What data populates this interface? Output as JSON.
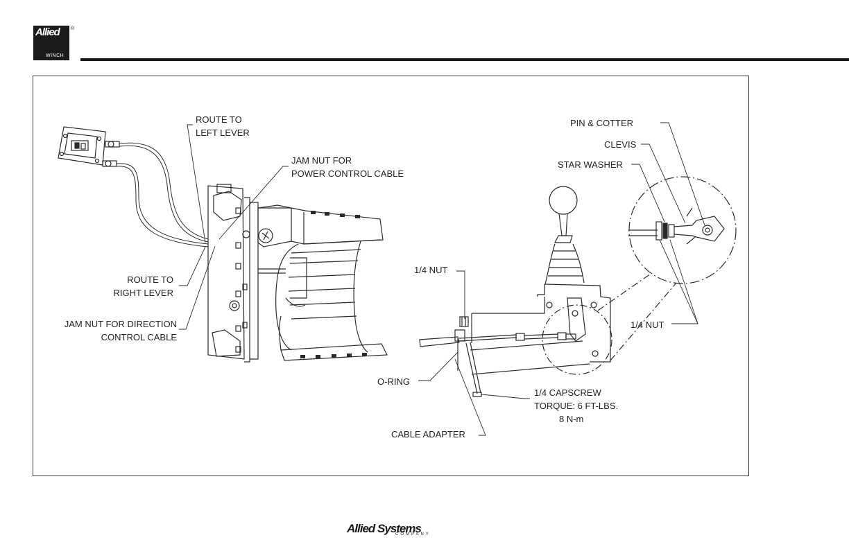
{
  "header": {
    "logo_text": "Allied",
    "logo_subtext": "WINCH",
    "logo_mark": "®"
  },
  "callouts": {
    "route_left_1": "ROUTE TO",
    "route_left_2": "LEFT LEVER",
    "jam_power_1": "JAM NUT FOR",
    "jam_power_2": "POWER CONTROL CABLE",
    "route_right_1": "ROUTE TO",
    "route_right_2": "RIGHT LEVER",
    "jam_dir_1": "JAM NUT FOR DIRECTION",
    "jam_dir_2": "CONTROL CABLE",
    "pin_cotter": "PIN & COTTER",
    "clevis": "CLEVIS",
    "star_washer": "STAR WASHER",
    "nut_a": "1/4 NUT",
    "nut_b": "1/4 NUT",
    "oring": "O-RING",
    "capscrew_1": "1/4 CAPSCREW",
    "capscrew_2": "TORQUE:  6 FT-LBS.",
    "capscrew_3": "8 N-m",
    "cable_adapter": "CABLE ADAPTER"
  },
  "footer": {
    "brand": "Allied Systems",
    "brand_sub": "COMPANY"
  }
}
